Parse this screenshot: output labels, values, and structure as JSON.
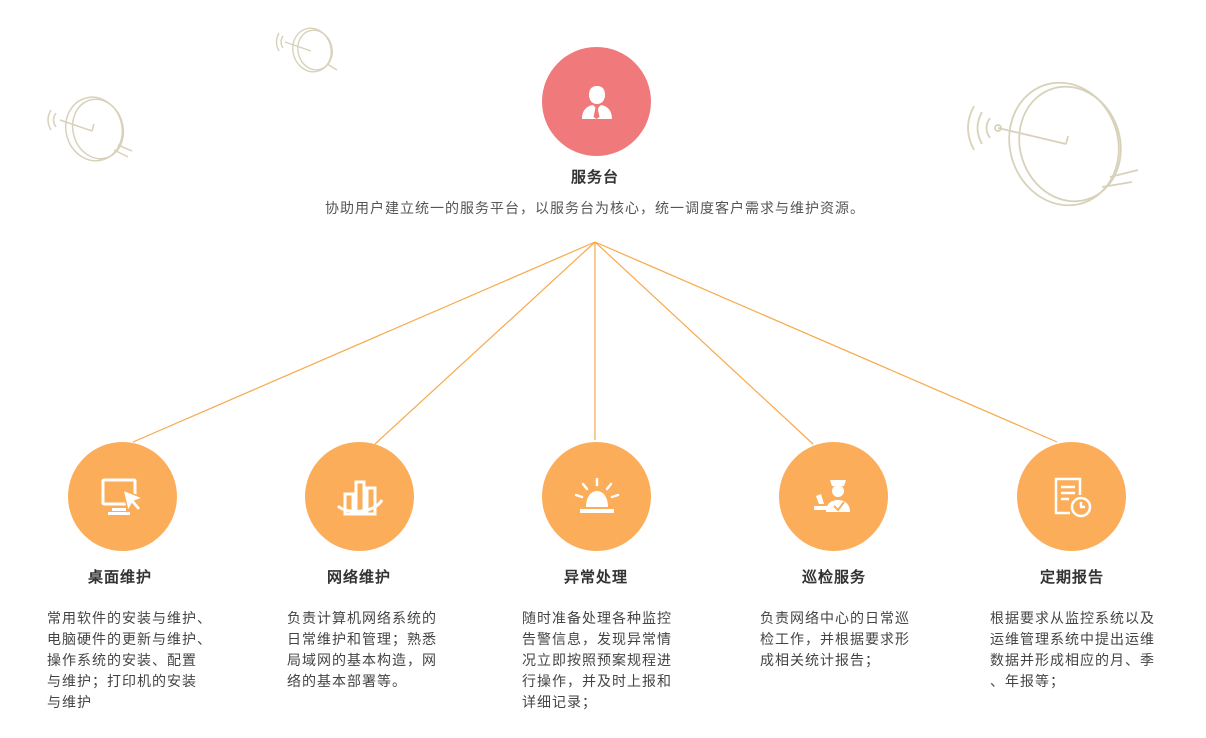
{
  "hub": {
    "title": "服务台",
    "description": "协助用户建立统一的服务平台，以服务台为核心，统一调度客户需求与维护资源。",
    "icon": "person-with-tie-icon",
    "color": "#f07a7b"
  },
  "connector_color": "#f7a94c",
  "service_color": "#fbad5a",
  "services": [
    {
      "title": "桌面维护",
      "icon": "monitor-cursor-icon",
      "description": "常用软件的安装与维护、\n电脑硬件的更新与维护、\n操作系统的安装、配置\n与维护；打印机的安装\n与维护"
    },
    {
      "title": "网络维护",
      "icon": "network-bars-icon",
      "description": "负责计算机网络系统的\n日常维护和管理；熟悉\n局域网的基本构造，网\n络的基本部署等。"
    },
    {
      "title": "异常处理",
      "icon": "alarm-light-icon",
      "description": "随时准备处理各种监控\n告警信息，发现异常情\n况立即按照预案规程进\n行操作，并及时上报和\n详细记录；"
    },
    {
      "title": "巡检服务",
      "icon": "inspector-icon",
      "description": "负责网络中心的日常巡\n检工作，并根据要求形\n成相关统计报告；"
    },
    {
      "title": "定期报告",
      "icon": "report-clock-icon",
      "description": "根据要求从监控系统以及\n运维管理系统中提出运维\n数据并形成相应的月、季\n、年报等；"
    }
  ]
}
